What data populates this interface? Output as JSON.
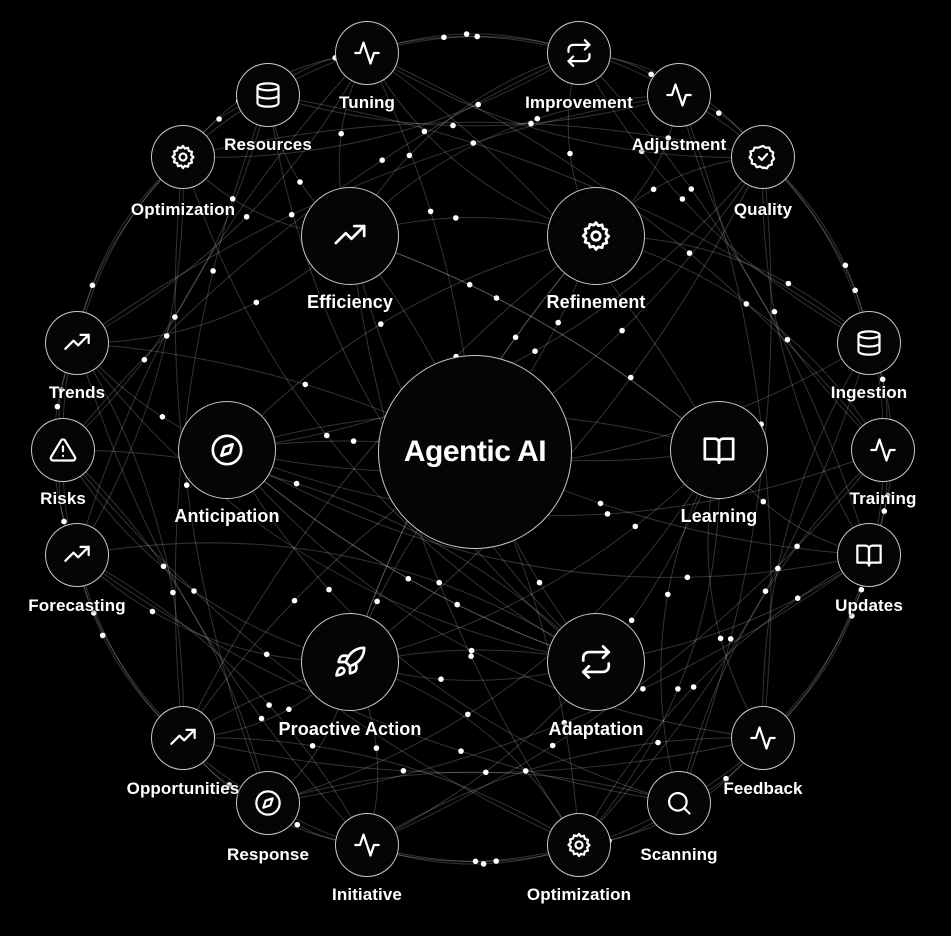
{
  "center": {
    "label": "Agentic AI"
  },
  "inner_nodes": [
    {
      "id": "efficiency",
      "label": "Efficiency",
      "icon": "trending-up-icon"
    },
    {
      "id": "refinement",
      "label": "Refinement",
      "icon": "gear-icon"
    },
    {
      "id": "anticipation",
      "label": "Anticipation",
      "icon": "compass-icon"
    },
    {
      "id": "learning",
      "label": "Learning",
      "icon": "book-icon"
    },
    {
      "id": "proactive",
      "label": "Proactive Action",
      "icon": "rocket-icon"
    },
    {
      "id": "adaptation",
      "label": "Adaptation",
      "icon": "repeat-icon"
    }
  ],
  "outer_nodes": [
    {
      "id": "tuning",
      "label": "Tuning",
      "icon": "activity-icon"
    },
    {
      "id": "improvement",
      "label": "Improvement",
      "icon": "repeat-icon"
    },
    {
      "id": "adjustment",
      "label": "Adjustment",
      "icon": "activity-icon"
    },
    {
      "id": "quality",
      "label": "Quality",
      "icon": "badge-check-icon"
    },
    {
      "id": "ingestion",
      "label": "Ingestion",
      "icon": "database-icon"
    },
    {
      "id": "training",
      "label": "Training",
      "icon": "activity-icon"
    },
    {
      "id": "updates",
      "label": "Updates",
      "icon": "book-icon"
    },
    {
      "id": "feedback",
      "label": "Feedback",
      "icon": "activity-icon"
    },
    {
      "id": "scanning",
      "label": "Scanning",
      "icon": "search-icon"
    },
    {
      "id": "optimization-b",
      "label": "Optimization",
      "icon": "gear-icon"
    },
    {
      "id": "initiative",
      "label": "Initiative",
      "icon": "activity-icon"
    },
    {
      "id": "response",
      "label": "Response",
      "icon": "compass-icon"
    },
    {
      "id": "opportunities",
      "label": "Opportunities",
      "icon": "trending-up-icon"
    },
    {
      "id": "forecasting",
      "label": "Forecasting",
      "icon": "trending-up-icon"
    },
    {
      "id": "risks",
      "label": "Risks",
      "icon": "alert-triangle-icon"
    },
    {
      "id": "trends",
      "label": "Trends",
      "icon": "trending-up-icon"
    },
    {
      "id": "optimization-a",
      "label": "Optimization",
      "icon": "gear-icon"
    },
    {
      "id": "resources",
      "label": "Resources",
      "icon": "database-icon"
    }
  ],
  "colors": {
    "background": "#000000",
    "line": "#ffffff",
    "node_fill": "#050505",
    "text": "#ffffff"
  }
}
